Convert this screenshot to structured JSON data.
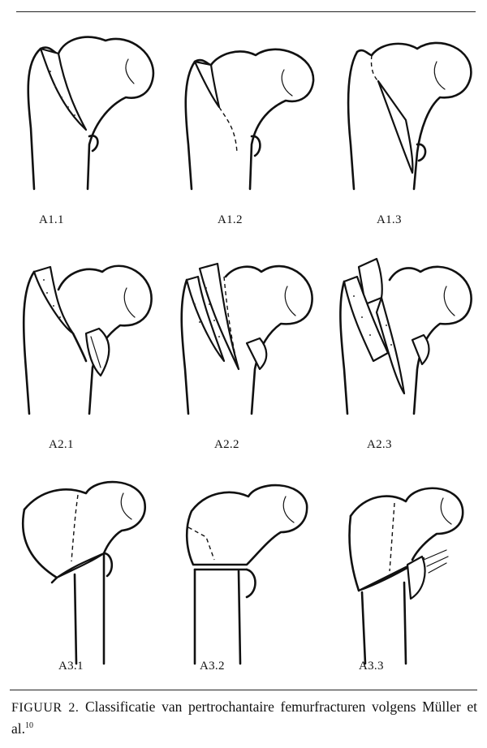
{
  "figures": [
    {
      "label": "A1.1"
    },
    {
      "label": "A1.2"
    },
    {
      "label": "A1.3"
    },
    {
      "label": "A2.1"
    },
    {
      "label": "A2.2"
    },
    {
      "label": "A2.3"
    },
    {
      "label": "A3.1"
    },
    {
      "label": "A3.2"
    },
    {
      "label": "A3.3"
    }
  ],
  "caption": {
    "figure_label": "FIGUUR 2.",
    "text": "Classificatie van pertrochantaire femurfracturen volgens Müller et al.",
    "reference": "10"
  }
}
